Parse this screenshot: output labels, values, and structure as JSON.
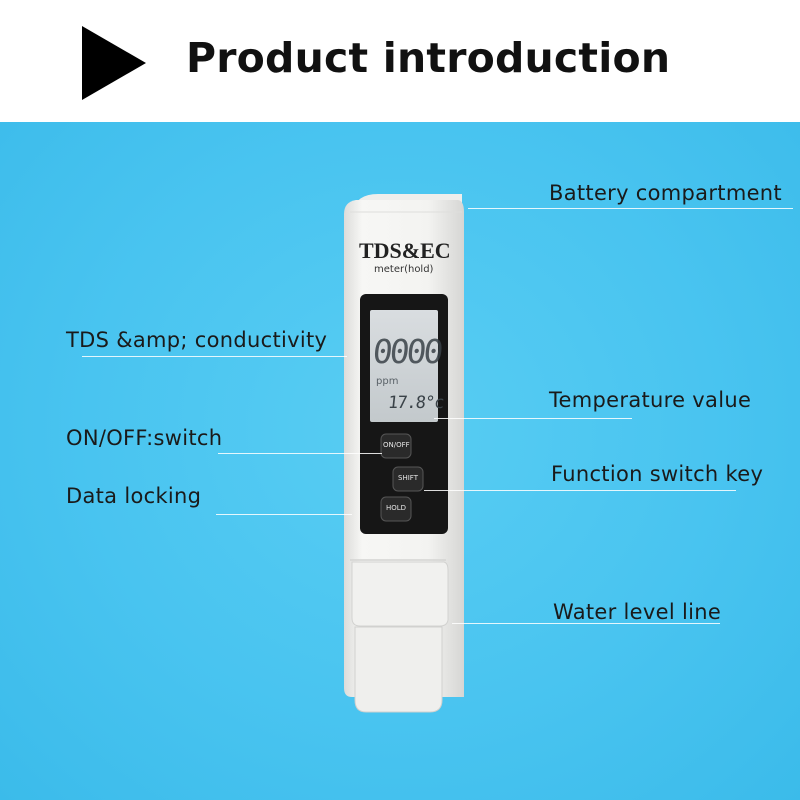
{
  "header": {
    "title": "Product introduction"
  },
  "device": {
    "brand": "TDS&EC",
    "subtitle": "meter(hold)",
    "display_main": "0000",
    "display_unit": "ppm",
    "display_temp": "17.8°c",
    "buttons": {
      "onoff": "ON/OFF",
      "shift": "SHIFT",
      "hold": "HOLD"
    }
  },
  "labels": {
    "battery": "Battery compartment",
    "tds": "TDS &amp; conductivity",
    "temperature": "Temperature value",
    "onoff": "ON/OFF:switch",
    "function_key": "Function switch key",
    "data_locking": "Data locking",
    "water_level": "Water level line"
  },
  "colors": {
    "background": "#49c4f0",
    "header": "#ffffff",
    "device": "#f4f4f2",
    "lcd": "#cfd4d6"
  }
}
